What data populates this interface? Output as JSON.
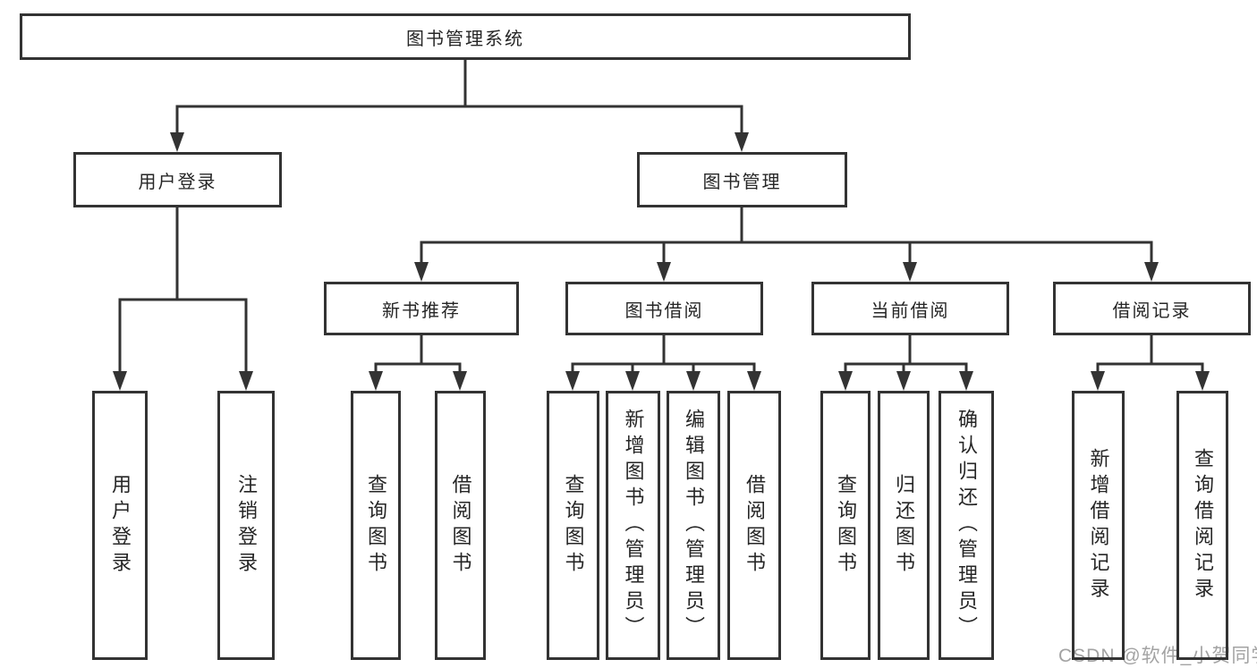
{
  "diagram_title": "图书管理系统",
  "tree": {
    "label": "图书管理系统",
    "children": [
      {
        "label": "用户登录",
        "children": [
          {
            "label": "用户登录"
          },
          {
            "label": "注销登录"
          }
        ]
      },
      {
        "label": "图书管理",
        "children": [
          {
            "label": "新书推荐",
            "children": [
              {
                "label": "查询图书"
              },
              {
                "label": "借阅图书"
              }
            ]
          },
          {
            "label": "图书借阅",
            "children": [
              {
                "label": "查询图书"
              },
              {
                "label": "新增图书（管理员）"
              },
              {
                "label": "编辑图书（管理员）"
              },
              {
                "label": "借阅图书"
              }
            ]
          },
          {
            "label": "当前借阅",
            "children": [
              {
                "label": "查询图书"
              },
              {
                "label": "归还图书"
              },
              {
                "label": "确认归还（管理员）"
              }
            ]
          },
          {
            "label": "借阅记录",
            "children": [
              {
                "label": "新增借阅记录"
              },
              {
                "label": "查询借阅记录"
              }
            ]
          }
        ]
      }
    ]
  },
  "watermark": "CSDN @软件_小贺同学",
  "colors": {
    "line": "#333333",
    "text": "#262626",
    "box_bg": "#ffffff",
    "watermark": "#a3a3a3"
  }
}
